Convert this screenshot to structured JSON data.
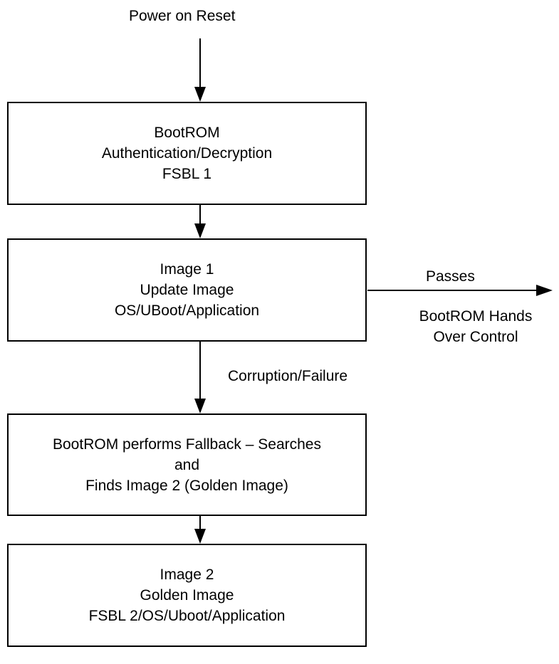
{
  "start_label": "Power on Reset",
  "boxes": [
    {
      "lines": [
        "BootROM",
        "Authentication/Decryption",
        "FSBL 1"
      ]
    },
    {
      "lines": [
        "Image 1",
        "Update Image",
        "OS/UBoot/Application"
      ]
    },
    {
      "lines": [
        "BootROM performs Fallback – Searches",
        "and",
        "Finds Image 2 (Golden Image)"
      ]
    },
    {
      "lines": [
        "Image 2",
        "Golden Image",
        "FSBL 2/OS/Uboot/Application"
      ]
    }
  ],
  "pass_edge": {
    "label": "Passes",
    "result_lines": [
      "BootROM Hands",
      "Over Control"
    ]
  },
  "fail_edge": {
    "label": "Corruption/Failure"
  }
}
